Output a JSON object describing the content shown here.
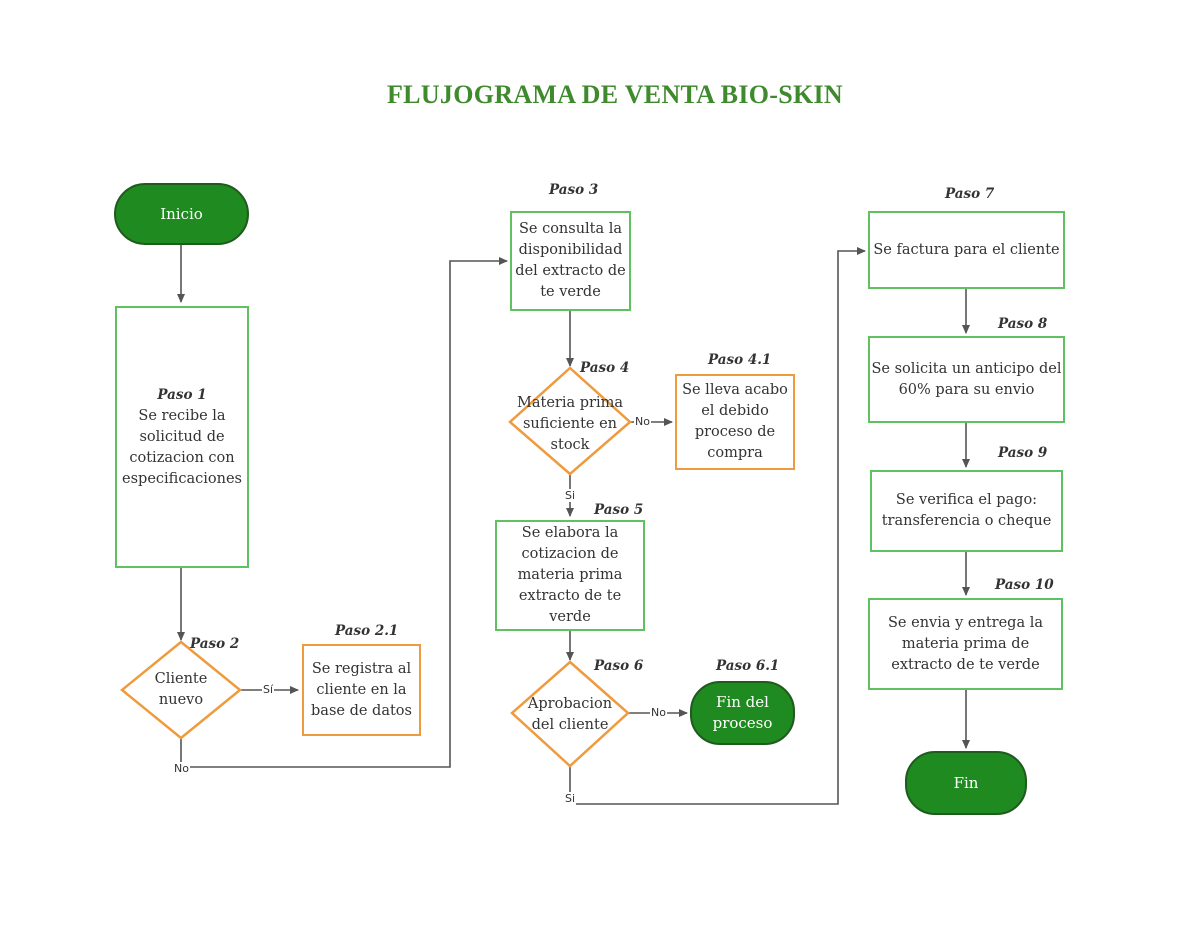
{
  "title": "FLUJOGRAMA DE VENTA BIO-SKIN",
  "nodes": {
    "inicio": "Inicio",
    "paso1_label": "Paso 1",
    "paso1_text": "Se  recibe la solicitud de cotizacion con especificaciones",
    "paso2_label": "Paso 2",
    "paso2_text": "Cliente nuevo",
    "paso21_label": "Paso 2.1",
    "paso21_text": "Se registra al cliente en la base de datos",
    "paso3_label": "Paso 3",
    "paso3_text": "Se consulta la disponibilidad del extracto de te verde",
    "paso4_label": "Paso 4",
    "paso4_text": "Materia prima suficiente en stock",
    "paso41_label": "Paso 4.1",
    "paso41_text": "Se lleva acabo el debido proceso de compra",
    "paso5_label": "Paso 5",
    "paso5_text": "Se elabora la cotizacion de materia prima extracto de te verde",
    "paso6_label": "Paso 6",
    "paso6_text": "Aprobacion del cliente",
    "paso61_label": "Paso 6.1",
    "paso61_text": "Fin del proceso",
    "paso7_label": "Paso 7",
    "paso7_text": "Se factura para el cliente",
    "paso8_label": "Paso 8",
    "paso8_text": "Se solicita un anticipo del 60% para su envio",
    "paso9_label": "Paso 9",
    "paso9_text": "Se verifica el pago: transferencia o cheque",
    "paso10_label": "Paso 10",
    "paso10_text": "Se envia y entrega la materia prima de extracto de te verde",
    "fin": "Fin"
  },
  "edges": {
    "p2_si": "Sí",
    "p2_no": "No",
    "p4_no": "No",
    "p4_si": "Si",
    "p6_no": "No",
    "p6_si": "Si"
  },
  "colors": {
    "green_border": "#5fc15f",
    "orange_border": "#f09a3e",
    "terminal_fill": "#1f8a1f",
    "title": "#3e8a2c",
    "connector": "#555555"
  }
}
